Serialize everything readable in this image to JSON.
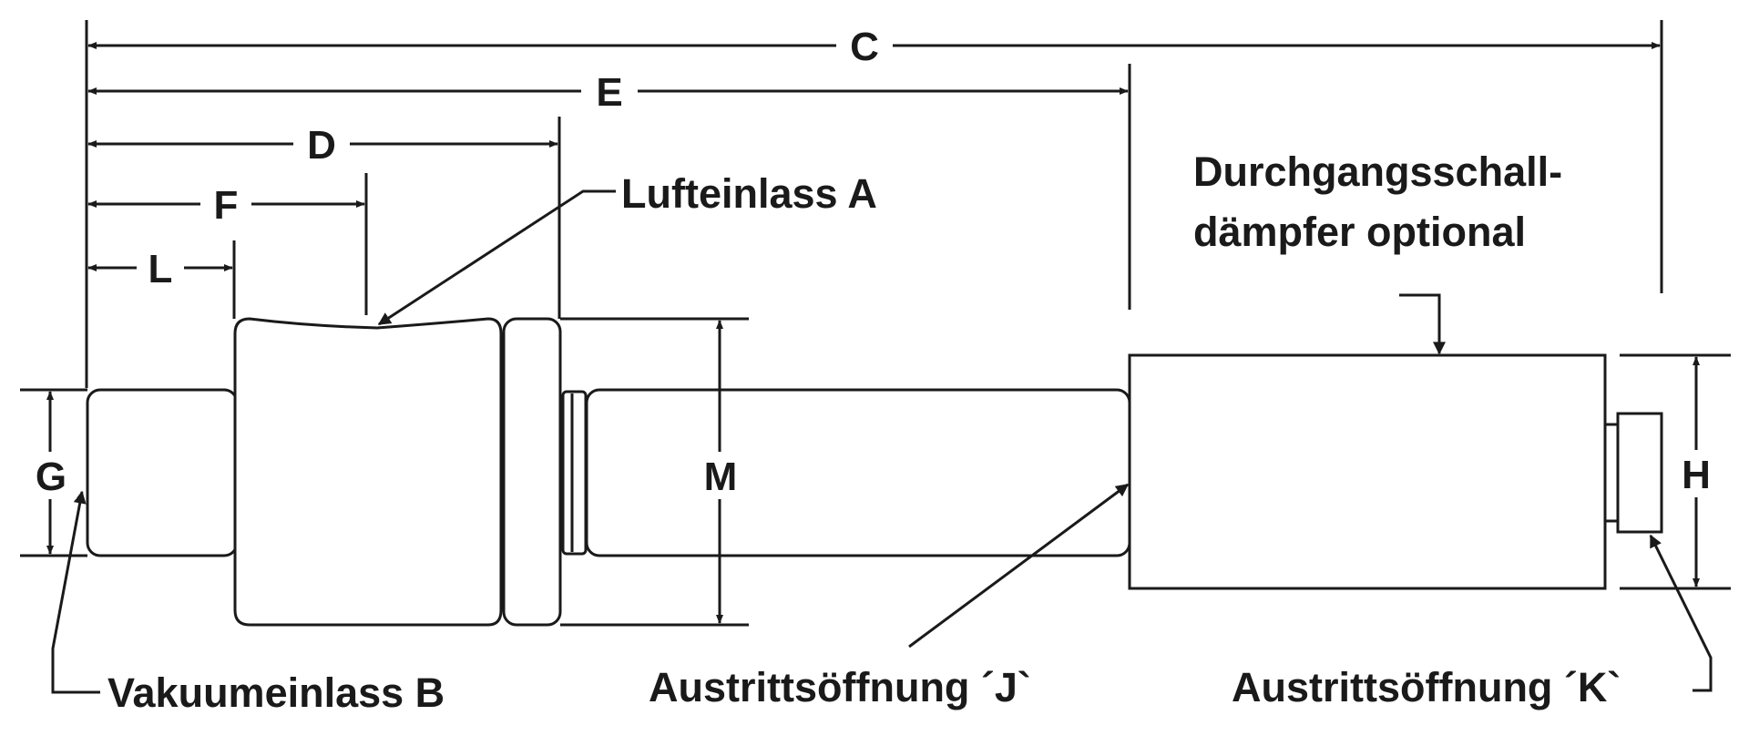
{
  "dimensions": {
    "c": "C",
    "e": "E",
    "d": "D",
    "f": "F",
    "l": "L",
    "g": "G",
    "m": "M",
    "h": "H"
  },
  "callouts": {
    "air_inlet": "Lufteinlass A",
    "silencer_line1": "Durchgangsschall-",
    "silencer_line2": "dämpfer optional",
    "vacuum_inlet": "Vakuumeinlass B",
    "outlet_j": "Austrittsöffnung ´J`",
    "outlet_k": "Austrittsöffnung ´K`"
  },
  "colors": {
    "line": "#1a1a1a",
    "background": "#ffffff"
  }
}
